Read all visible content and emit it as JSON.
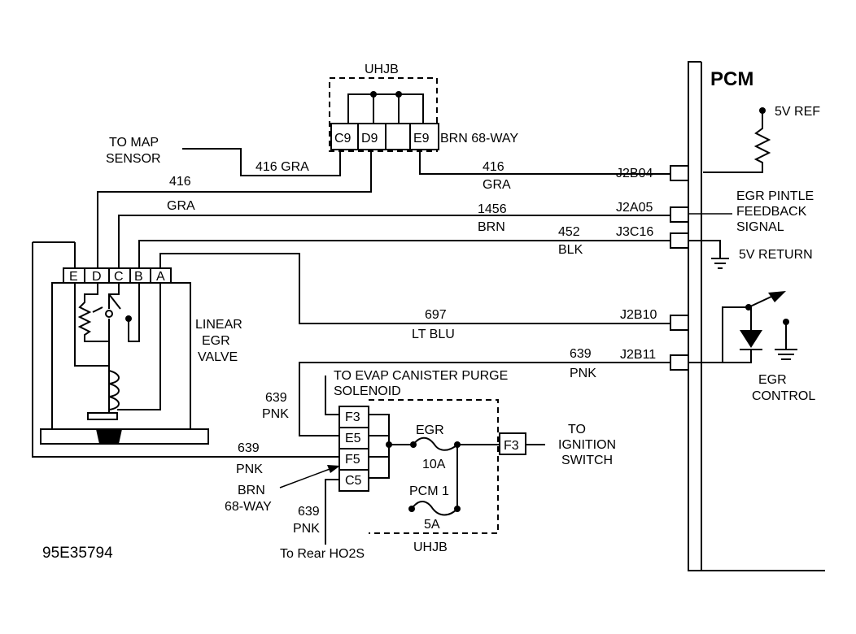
{
  "figure_id": "95E35794",
  "pcm": {
    "title": "PCM",
    "ref_label": "5V REF",
    "feedback_label": [
      "EGR PINTLE",
      "FEEDBACK",
      "SIGNAL"
    ],
    "return_label": "5V  RETURN",
    "control_label": [
      "EGR",
      "CONTROL"
    ],
    "pins": [
      "J2B04",
      "J2A05",
      "J3C16",
      "J2B10",
      "J2B11"
    ]
  },
  "uhjb_top": {
    "title": "UHJB",
    "pins": [
      "C9",
      "D9",
      "",
      "E9"
    ],
    "connector_label": "BRN 68-WAY"
  },
  "map_sensor": [
    "TO MAP",
    "SENSOR"
  ],
  "egr_valve": {
    "label": [
      "LINEAR",
      "EGR",
      "VALVE"
    ],
    "pins": [
      "E",
      "D",
      "C",
      "B",
      "A"
    ]
  },
  "wires": {
    "map": "416 GRA",
    "d9_circuit": "416",
    "d9_color": "GRA",
    "pcm_ref_circuit": "416",
    "pcm_ref_color": "GRA",
    "feedback_circuit": "1456",
    "feedback_color": "BRN",
    "return_circuit": "452",
    "return_color": "BLK",
    "ltblu_circuit": "697",
    "ltblu_color": "LT BLU",
    "control_circuit": "639",
    "control_color": "PNK",
    "left_circuit": "639",
    "left_color": "PNK",
    "valve_circuit": "639",
    "valve_color": "PNK",
    "rear_circuit": "639",
    "rear_color": "PNK"
  },
  "bottom_connector": {
    "pins": [
      "F3",
      "E5",
      "F5",
      "C5"
    ],
    "evap_label": [
      "TO EVAP CANISTER PURGE",
      "SOLENOID"
    ],
    "connector_label": [
      "BRN",
      "68-WAY"
    ],
    "rear_label": "To Rear HO2S"
  },
  "uhjb_bottom": {
    "title": "UHJB",
    "fuse1_name": "EGR",
    "fuse1_rating": "10A",
    "fuse2_name": "PCM 1",
    "fuse2_rating": "5A",
    "output_pin": "F3",
    "ignition_label": [
      "TO",
      "IGNITION",
      "SWITCH"
    ]
  }
}
